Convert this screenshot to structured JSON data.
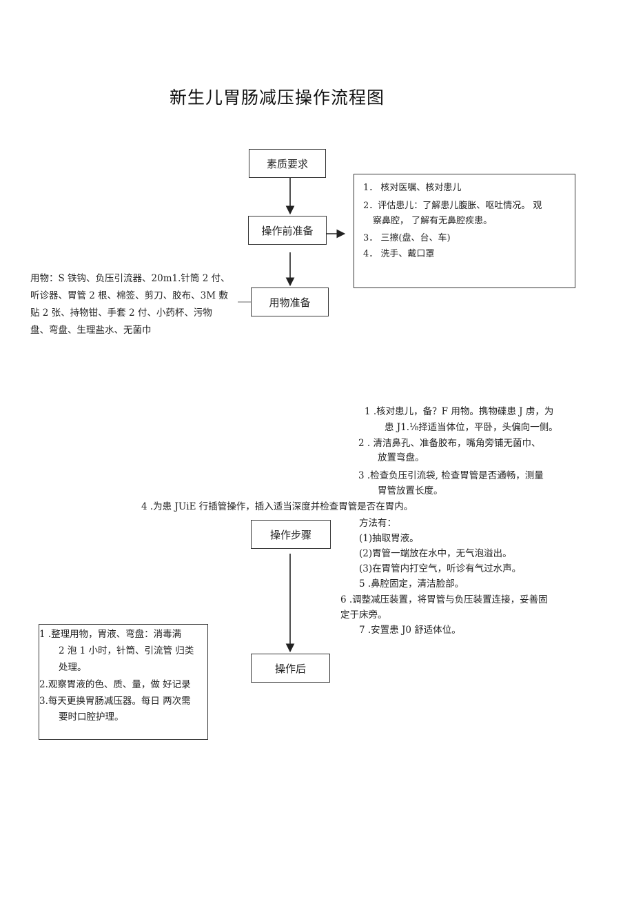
{
  "title": "新生儿胃肠减压操作流程图",
  "nodes": {
    "quality": "素质要求",
    "prep": "操作前准备",
    "materials": "用物准备",
    "steps": "操作步骤",
    "after": "操作后"
  },
  "prep_notes": [
    "1．  核对医嘱、核对患儿",
    "2．评估患儿：了解患儿腹胀、呕吐情况。 观",
    "察鼻腔，  了解有无鼻腔疾患。",
    "3．   三擦(盘、台、车)",
    "4．  洗手、戴口罩"
  ],
  "materials_notes": [
    "用物：S 铁钩、负压引流器、20m1.针筒 2 付、",
    "听诊器、胃管 2 根、棉签、剪刀、胶布、3M 敷",
    "贴 2 张、持物钳、手套 2 付、小药杯、污物",
    "盘、弯盘、生理盐水、无菌巾"
  ],
  "step_notes": [
    "1   .核对患儿，备？F 用物。携物碟患 J 虏，为",
    "患 J1.⅛择适当体位，平卧，头偏向一侧。",
    "2   . 清洁鼻孔、准备胶布，嘴角旁铺无菌巾、",
    "放置弯盘。",
    "3   .检查负压引流袋, 检查胃管是否通畅，测量",
    "胃管放置长度。",
    "4    .为患 JUiE 行插管操作，插入适当深度并检查胃管是否在胃内。",
    "方法有：",
    "(1)抽取胃液。",
    "(2)胃管一端放在水中，无气泡溢出。",
    "(3)在胃管内打空气，听诊有气过水声。",
    "5         .鼻腔固定，清洁脸部。",
    "6 .调整减压装置，将胃管与负压装置连接，妥善固",
    "定于床旁。",
    "7         .安置患 J0 舒适体位。"
  ],
  "after_notes": [
    "1      .整理用物，胃液、弯盘：消毒满",
    "2 泡 1 小时，针筒、引流管  归类",
    "处理。",
    "2.观察胃液的色、质、量，做  好记录",
    "3.每天更换胃肠减压器。每日  两次需",
    "要时口腔护理。"
  ]
}
